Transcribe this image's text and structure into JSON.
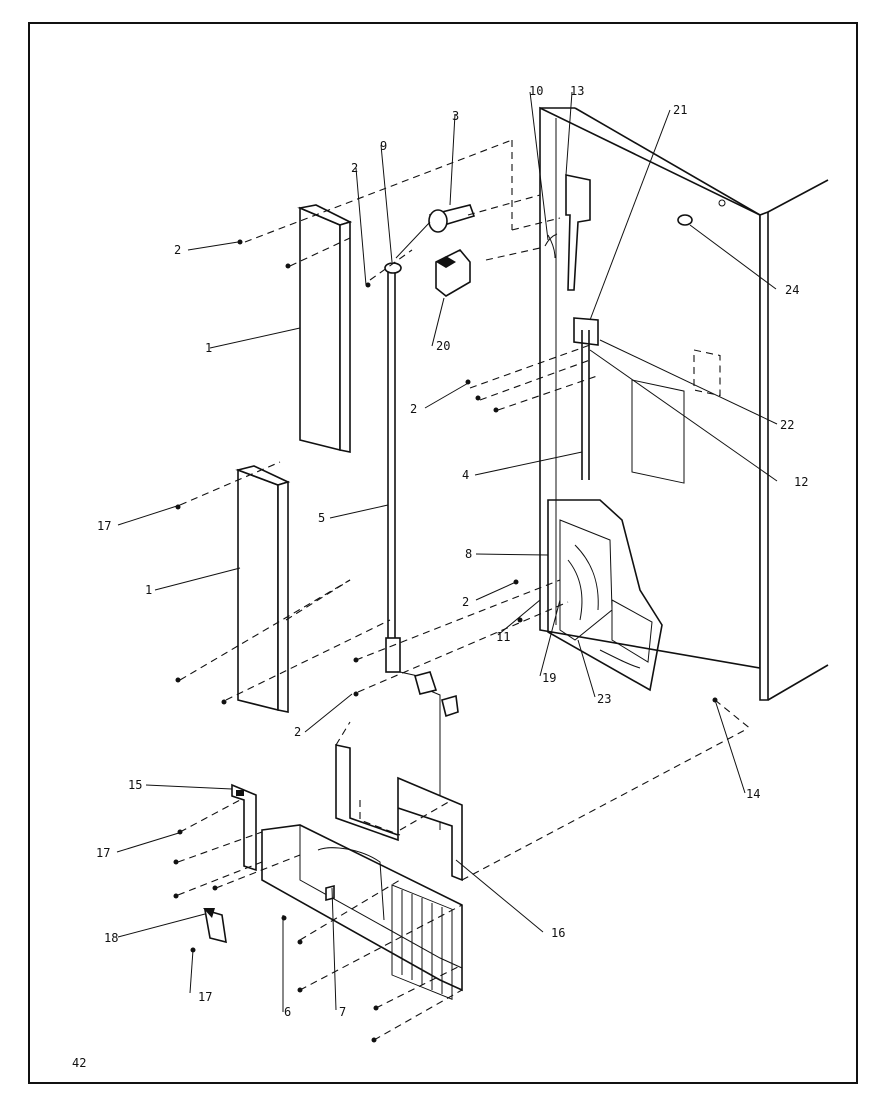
{
  "page_number": "42",
  "callouts": [
    "1",
    "1",
    "2",
    "2",
    "2",
    "2",
    "2",
    "3",
    "4",
    "5",
    "6",
    "7",
    "8",
    "9",
    "10",
    "11",
    "12",
    "13",
    "14",
    "15",
    "16",
    "17",
    "17",
    "17",
    "18",
    "19",
    "20",
    "21",
    "22",
    "23",
    "24"
  ]
}
